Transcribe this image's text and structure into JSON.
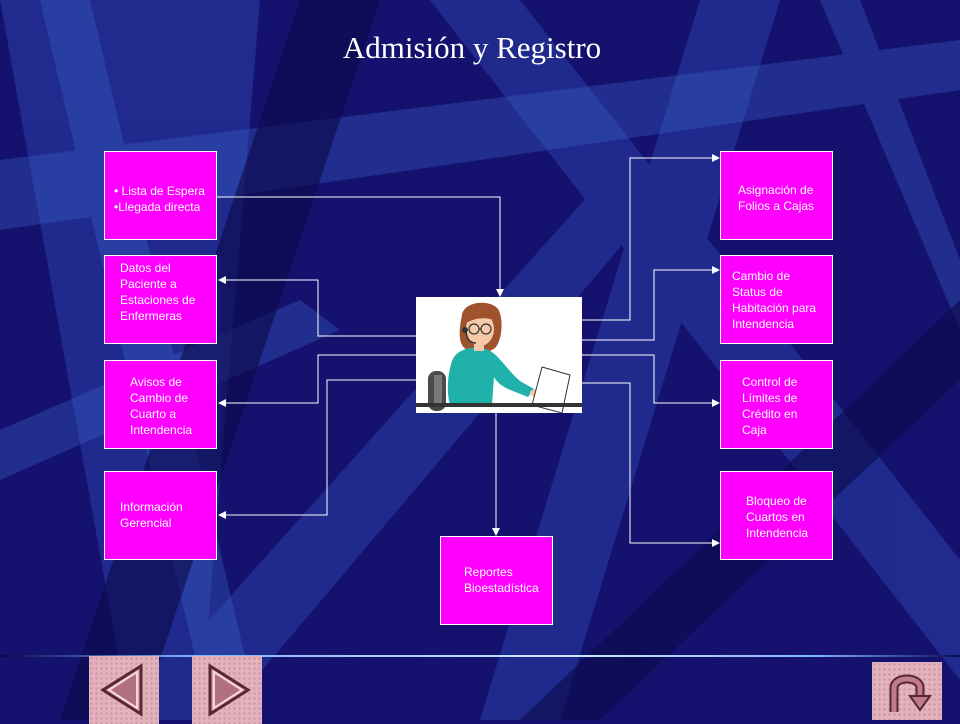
{
  "title": "Admisión y Registro",
  "boxes": {
    "lista": "• Lista de Espera\n•Llegada directa",
    "datos": "Datos del\nPaciente a\nEstaciones de\nEnfermeras",
    "avisos": "Avisos de\nCambio de\nCuarto a\nIntendencia",
    "info": "Información\nGerencial",
    "asignacion": "Asignación de\nFolios a Cajas",
    "cambio": "Cambio de\nStatus de\nHabitación para\nIntendencia",
    "control": "Control de\nLímites de\nCrédito en\nCaja",
    "bloqueo": "Bloqueo de\nCuartos en\nIntendencia",
    "reportes": "Reportes\nBioestadística"
  },
  "colors": {
    "background": "#14126e",
    "box_fill": "#ff00ff",
    "connector": "#ffffff",
    "nav_button": "#e2b2bd"
  },
  "icons": {
    "prev": "triangle-left-icon",
    "next": "triangle-right-icon",
    "return": "u-turn-return-icon"
  }
}
